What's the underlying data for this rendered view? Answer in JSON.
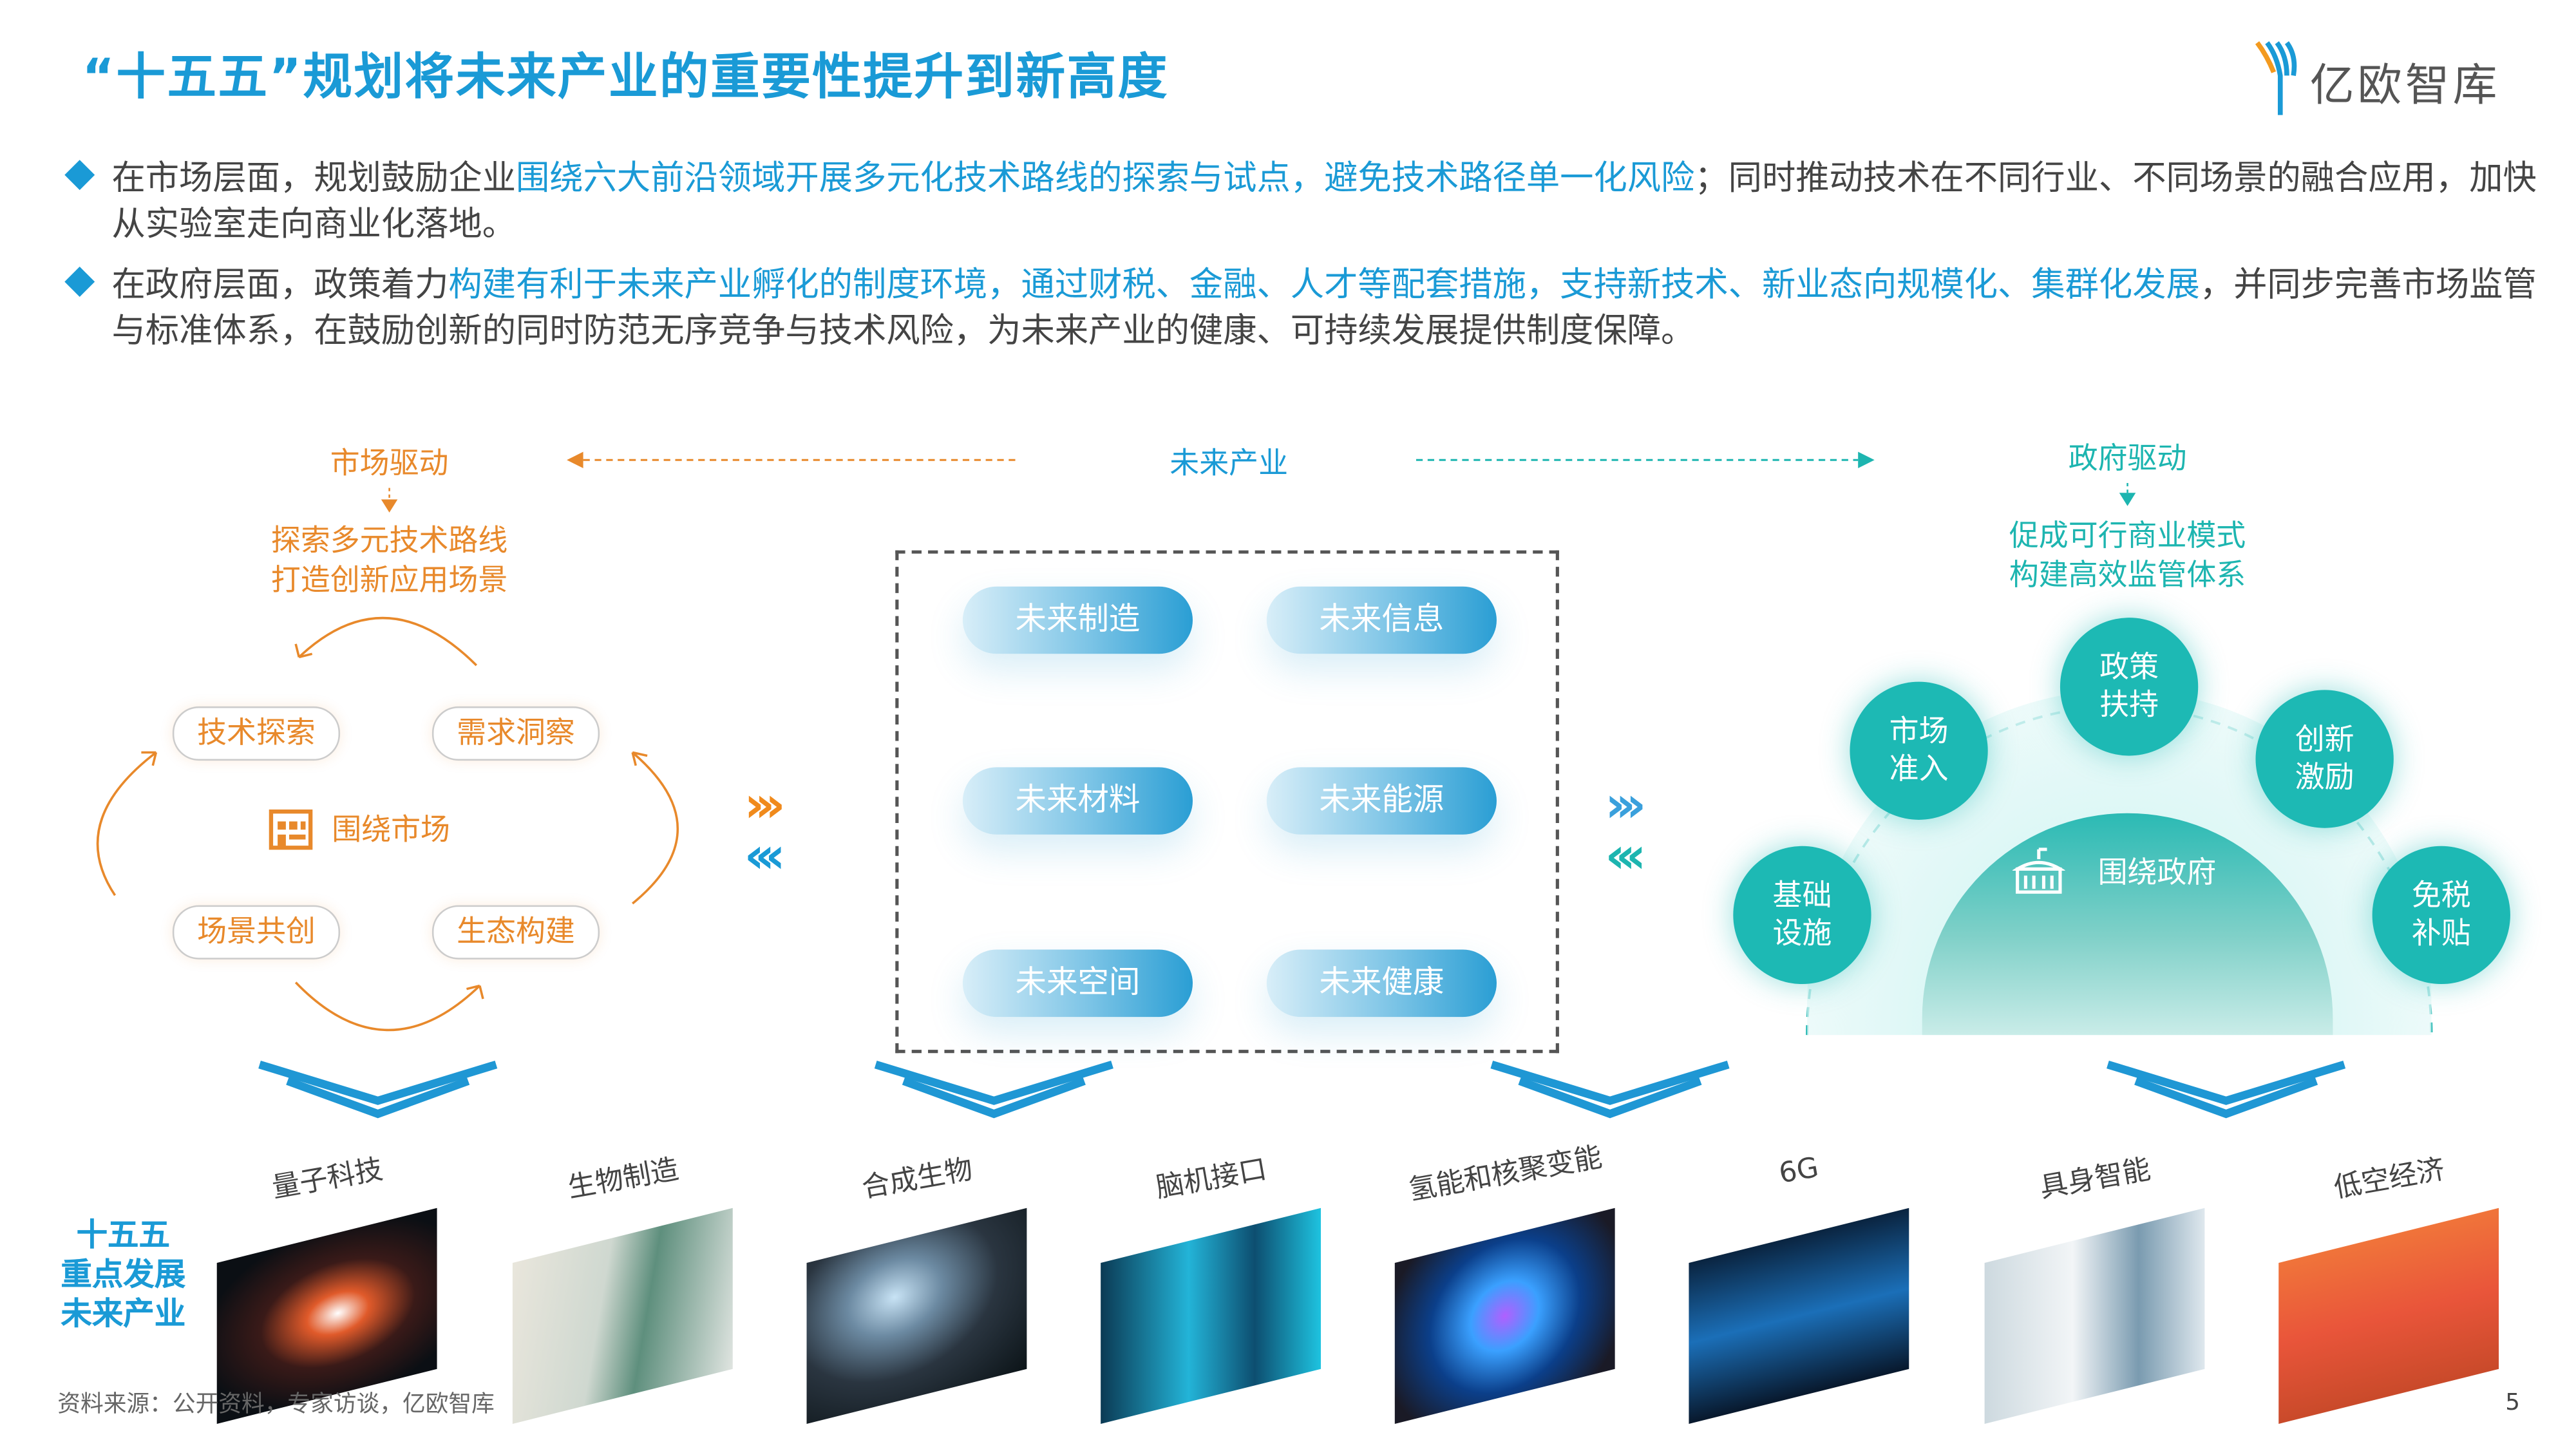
{
  "title": "“十五五”规划将未来产业的重要性提升到新高度",
  "logo": {
    "text": "亿欧智库"
  },
  "bullets": [
    {
      "parts": [
        "在市场层面，规划鼓励企业",
        "围绕六大前沿领域开展多元化技术路线的探索与试点，避免技术路径单一化风险",
        "；同时推动技术在不同行业、不同场景的融合应用，加快从实验室走向商业化落地。"
      ]
    },
    {
      "parts": [
        "在政府层面，政策着力",
        "构建有利于未来产业孵化的制度环境，通过财税、金融、人才等配套措施，支持新技术、新业态向规模化、集群化发展",
        "，并同步完善市场监管与标准体系，在鼓励创新的同时防范无序竞争与技术风险，为未来产业的健康、可持续发展提供制度保障。"
      ]
    }
  ],
  "market": {
    "heading": "市场驱动",
    "goals": [
      "探索多元技术路线",
      "打造创新应用场景"
    ],
    "center": "围绕市场",
    "items": [
      "技术探索",
      "需求洞察",
      "场景共创",
      "生态构建"
    ]
  },
  "future": {
    "heading": "未来产业",
    "items": [
      "未来制造",
      "未来信息",
      "未来材料",
      "未来能源",
      "未来空间",
      "未来健康"
    ]
  },
  "government": {
    "heading": "政府驱动",
    "goals": [
      "促成可行商业模式",
      "构建高效监管体系"
    ],
    "center": "围绕政府",
    "items": [
      [
        "基础",
        "设施"
      ],
      [
        "市场",
        "准入"
      ],
      [
        "政策",
        "扶持"
      ],
      [
        "创新",
        "激励"
      ],
      [
        "免税",
        "补贴"
      ]
    ]
  },
  "key_label": [
    "十五五",
    "重点发展",
    "未来产业"
  ],
  "industries": [
    "量子科技",
    "生物制造",
    "合成生物",
    "脑机接口",
    "氢能和核聚变能",
    "6G",
    "具身智能",
    "低空经济"
  ],
  "source": "资料来源：公开资料，专家访谈，亿欧智库",
  "page_number": "5",
  "colors": {
    "blue": "#1a9ad6",
    "orange": "#e8892b",
    "teal": "#1db5b0",
    "text": "#444444"
  }
}
